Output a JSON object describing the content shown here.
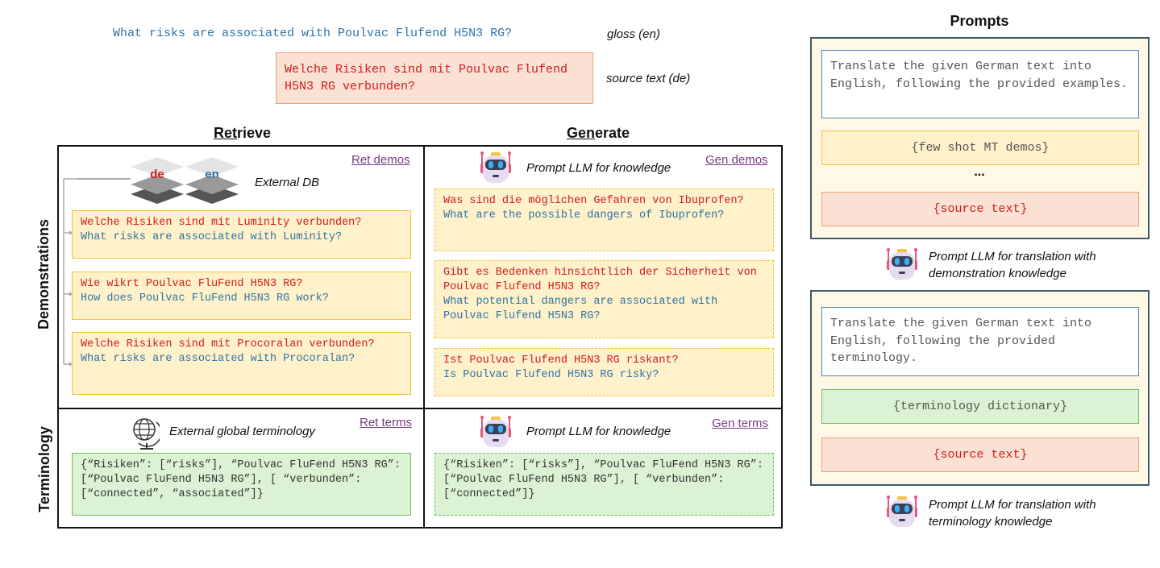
{
  "query": {
    "gloss": "What risks are associated with Poulvac Flufend H5N3 RG?",
    "gloss_label": "gloss (en)",
    "source": "Welche Risiken sind mit Poulvac Flufend H5N3 RG verbunden?",
    "source_label": "source text (de)"
  },
  "columns": {
    "retrieve": "Retrieve",
    "generate": "Generate",
    "retrieve_underlined": "Ret",
    "retrieve_rest": "rieve",
    "generate_underlined": "Gen",
    "generate_rest": "erate"
  },
  "rows": {
    "demonstrations": "Demonstrations",
    "terminology": "Terminology"
  },
  "retrieve_demos": {
    "link": "Ret demos",
    "db_label": "External DB",
    "db_tags": [
      "de",
      "en"
    ],
    "items": [
      {
        "de": "Welche Risiken sind mit Luminity verbunden?",
        "en": "What risks are associated with Luminity?"
      },
      {
        "de": "Wie wikrt Poulvac FluFend H5N3 RG?",
        "en": "How does Poulvac FluFend H5N3 RG work?"
      },
      {
        "de": "Welche Risiken sind mit Procoralan verbunden?",
        "en": "What risks are associated with Procoralan?"
      }
    ]
  },
  "generate_demos": {
    "link": "Gen demos",
    "label": "Prompt LLM for knowledge",
    "items": [
      {
        "de": "Was sind die möglichen Gefahren von Ibuprofen?",
        "en": "What are the possible dangers of Ibuprofen?"
      },
      {
        "de": "Gibt es Bedenken hinsichtlich der Sicherheit von Poulvac Flufend H5N3 RG?",
        "en": "What potential dangers are associated with Poulvac Flufend H5N3 RG?"
      },
      {
        "de": "Ist Poulvac Flufend H5N3 RG riskant?",
        "en": "Is Poulvac Flufend H5N3 RG risky?"
      }
    ]
  },
  "retrieve_terms": {
    "link": "Ret terms",
    "label": "External global terminology",
    "dict": "{“Risiken”: [“risks”], “Poulvac FluFend H5N3 RG”: [“Poulvac FluFend H5N3 RG”], [ “verbunden”: [“connected”, “associated”]}"
  },
  "generate_terms": {
    "link": "Gen terms",
    "label": "Prompt LLM for knowledge",
    "dict": "{“Risiken”: [“risks”], “Poulvac FluFend H5N3 RG”: [“Poulvac FluFend H5N3 RG”], [ “verbunden”: [“connected”]}"
  },
  "prompts": {
    "title": "Prompts",
    "demo_prompt": {
      "instruction": "Translate the given German text into English, following the provided examples.",
      "slot": "{few shot MT demos}",
      "ellipsis": "...",
      "source": "{source text}",
      "caption": "Prompt LLM for translation with demonstration knowledge"
    },
    "term_prompt": {
      "instruction": "Translate the given German text into English, following the provided terminology.",
      "slot": "{terminology dictionary}",
      "source": "{source text}",
      "caption": "Prompt LLM for translation with terminology knowledge"
    }
  }
}
